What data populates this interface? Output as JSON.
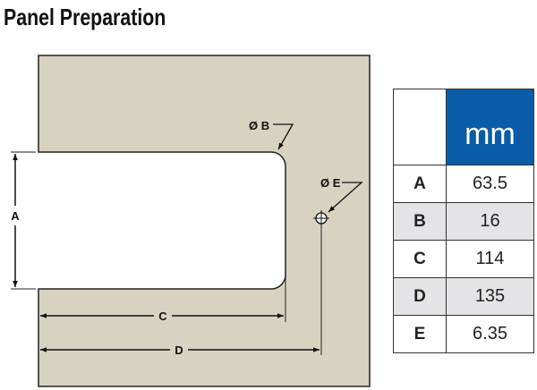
{
  "title": "Panel Preparation",
  "diagram": {
    "labels": {
      "a": "A",
      "b": "Ø B",
      "c": "C",
      "d": "D",
      "e": "Ø E"
    },
    "panel_color": "#d8d3c1"
  },
  "table": {
    "unit": "mm",
    "header_color": "#0b5ca8",
    "rows": [
      {
        "key": "A",
        "value": "63.5"
      },
      {
        "key": "B",
        "value": "16"
      },
      {
        "key": "C",
        "value": "114"
      },
      {
        "key": "D",
        "value": "135"
      },
      {
        "key": "E",
        "value": "6.35"
      }
    ]
  }
}
